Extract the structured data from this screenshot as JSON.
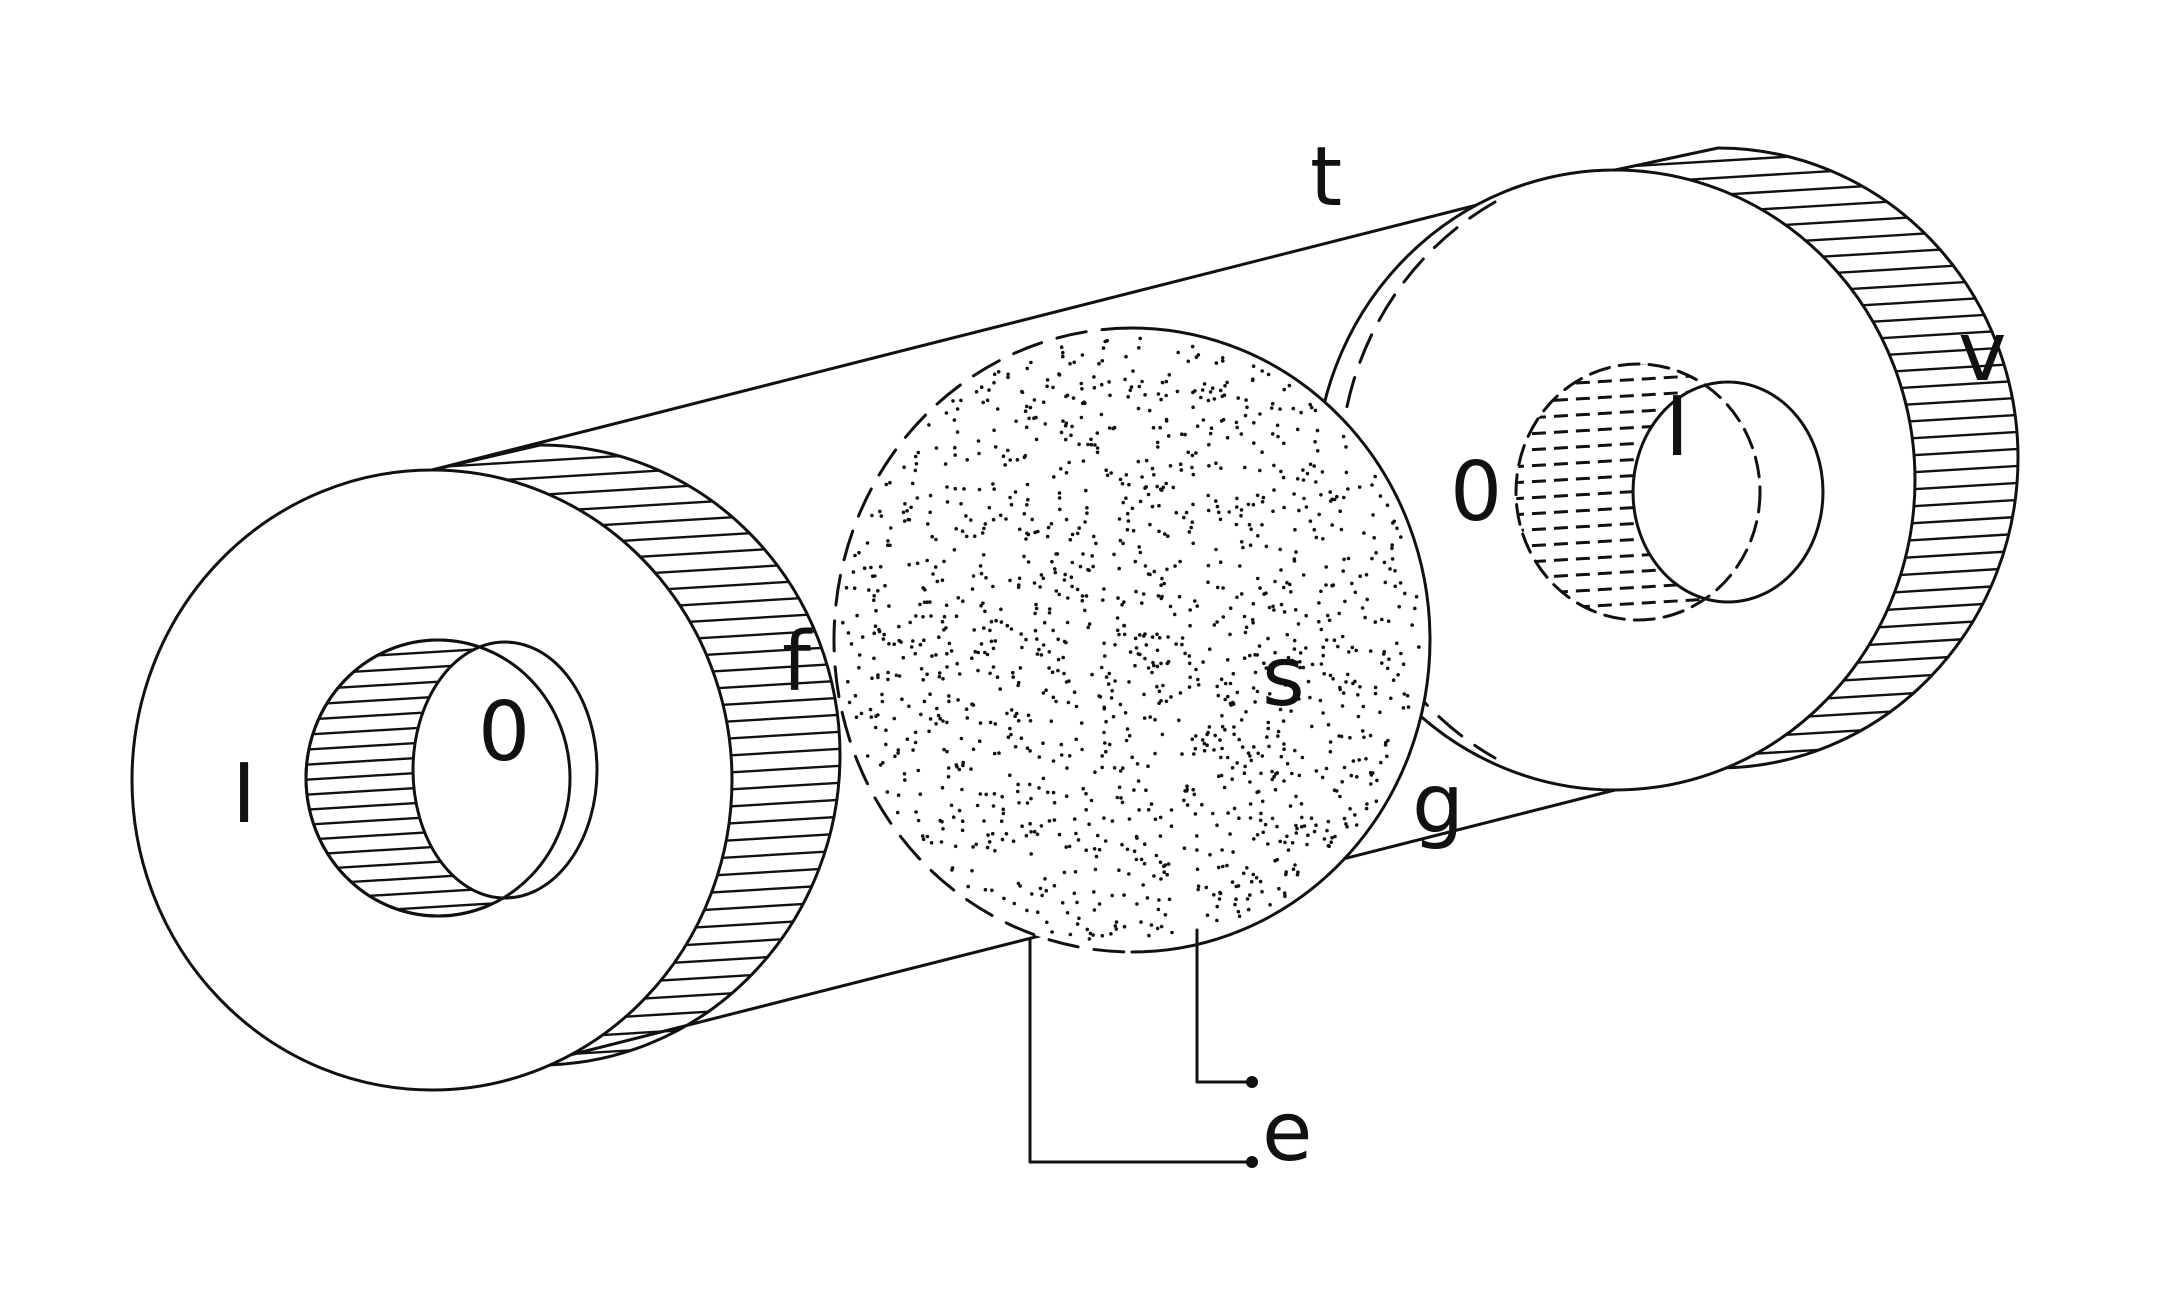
{
  "diagram": {
    "labels": {
      "near_inner": "I",
      "near_outer": "0",
      "near_edge": "f",
      "top_line": "t",
      "stippled_disc": "s",
      "lower_line": "g",
      "far_outer": "0",
      "far_inner": "I",
      "far_edge": "v",
      "lead_terminal": "e"
    },
    "colors": {
      "ink": "#111111",
      "paper": "#ffffff"
    }
  }
}
